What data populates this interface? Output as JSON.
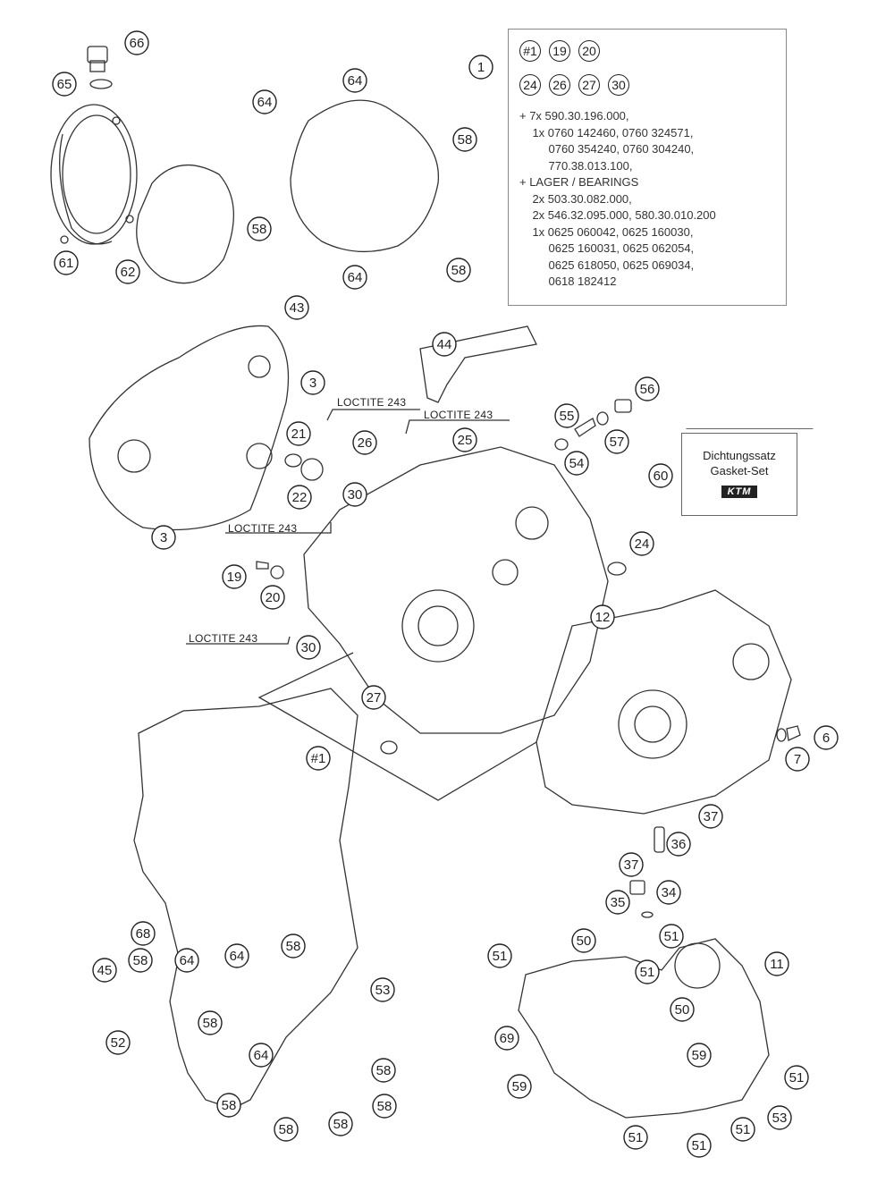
{
  "info_box": {
    "bubbles_row1": [
      "#1",
      "19",
      "20"
    ],
    "bubbles_row2": [
      "24",
      "26",
      "27",
      "30"
    ],
    "text": "+ 7x 590.30.196.000,\n    1x 0760 142460, 0760 324571,\n         0760 354240, 0760 304240,\n         770.38.013.100,\n+ LAGER / BEARINGS\n    2x 503.30.082.000,\n    2x 546.32.095.000, 580.30.010.200\n    1x 0625 060042, 0625 160030,\n         0625 160031, 0625 062054,\n         0625 618050, 0625 069034,\n         0618 182412"
  },
  "gasket_set": {
    "line1": "Dichtungssatz",
    "line2": "Gasket-Set",
    "logo": "KTM"
  },
  "loctite_labels": [
    "LOCTITE 243",
    "LOCTITE 243",
    "LOCTITE 243",
    "LOCTITE 243"
  ],
  "callouts": [
    {
      "label": "1"
    },
    {
      "label": "66"
    },
    {
      "label": "65"
    },
    {
      "label": "61"
    },
    {
      "label": "62"
    },
    {
      "label": "64"
    },
    {
      "label": "64"
    },
    {
      "label": "58"
    },
    {
      "label": "58"
    },
    {
      "label": "64"
    },
    {
      "label": "58"
    },
    {
      "label": "43"
    },
    {
      "label": "3"
    },
    {
      "label": "3"
    },
    {
      "label": "21"
    },
    {
      "label": "22"
    },
    {
      "label": "30"
    },
    {
      "label": "26"
    },
    {
      "label": "25"
    },
    {
      "label": "44"
    },
    {
      "label": "55"
    },
    {
      "label": "56"
    },
    {
      "label": "57"
    },
    {
      "label": "54"
    },
    {
      "label": "60"
    },
    {
      "label": "24"
    },
    {
      "label": "19"
    },
    {
      "label": "20"
    },
    {
      "label": "30"
    },
    {
      "label": "12"
    },
    {
      "label": "27"
    },
    {
      "label": "#1"
    },
    {
      "label": "6"
    },
    {
      "label": "7"
    },
    {
      "label": "37"
    },
    {
      "label": "36"
    },
    {
      "label": "37"
    },
    {
      "label": "35"
    },
    {
      "label": "34"
    },
    {
      "label": "68"
    },
    {
      "label": "58"
    },
    {
      "label": "45"
    },
    {
      "label": "64"
    },
    {
      "label": "64"
    },
    {
      "label": "58"
    },
    {
      "label": "53"
    },
    {
      "label": "58"
    },
    {
      "label": "52"
    },
    {
      "label": "64"
    },
    {
      "label": "58"
    },
    {
      "label": "58"
    },
    {
      "label": "58"
    },
    {
      "label": "58"
    },
    {
      "label": "58"
    },
    {
      "label": "51"
    },
    {
      "label": "50"
    },
    {
      "label": "51"
    },
    {
      "label": "51"
    },
    {
      "label": "11"
    },
    {
      "label": "50"
    },
    {
      "label": "69"
    },
    {
      "label": "59"
    },
    {
      "label": "59"
    },
    {
      "label": "51"
    },
    {
      "label": "53"
    },
    {
      "label": "51"
    },
    {
      "label": "51"
    },
    {
      "label": "51"
    }
  ]
}
